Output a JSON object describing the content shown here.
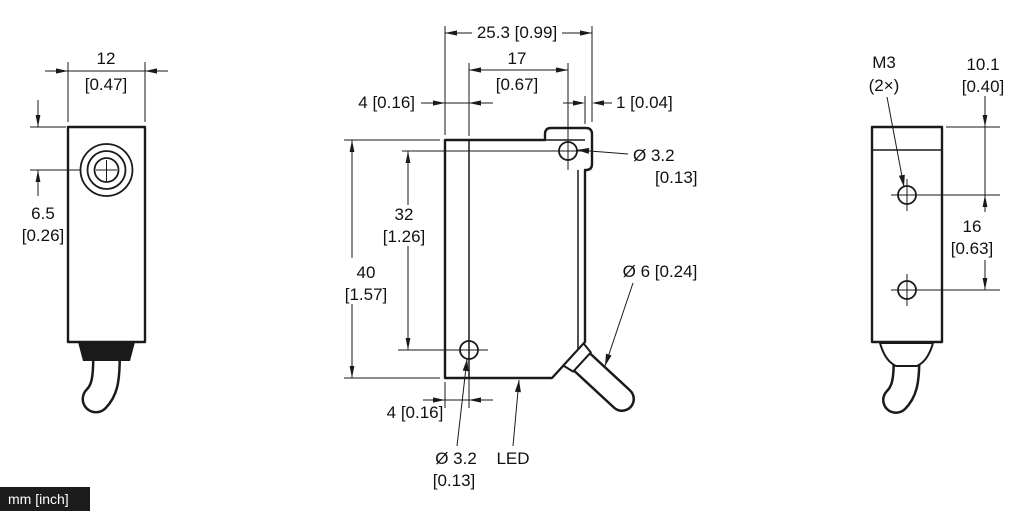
{
  "units_badge": "mm [inch]",
  "front_view": {
    "width_mm": "12",
    "width_inch": "[0.47]",
    "axis_offset_mm": "6.5",
    "axis_offset_inch": "[0.26]"
  },
  "side_view": {
    "total_depth": "25.3 [0.99]",
    "hole_to_face_mm": "17",
    "hole_to_face_inch": "[0.67]",
    "top_offset": "4 [0.16]",
    "lug_lip": "1 [0.04]",
    "top_hole_dia_mm": "Ø 3.2",
    "top_hole_dia_inch": "[0.13]",
    "hole_spacing_mm": "32",
    "hole_spacing_inch": "[1.26]",
    "height_mm": "40",
    "height_inch": "[1.57]",
    "bottom_offset": "4 [0.16]",
    "bottom_hole_dia_mm": "Ø 3.2",
    "bottom_hole_dia_inch": "[0.13]",
    "led_label": "LED",
    "cable_dia": "Ø 6 [0.24]"
  },
  "rear_view": {
    "thread_size": "M3",
    "thread_qty": "(2×)",
    "top_hole_offset_mm": "10.1",
    "top_hole_offset_inch": "[0.40]",
    "hole_spacing_mm": "16",
    "hole_spacing_inch": "[0.63]"
  }
}
